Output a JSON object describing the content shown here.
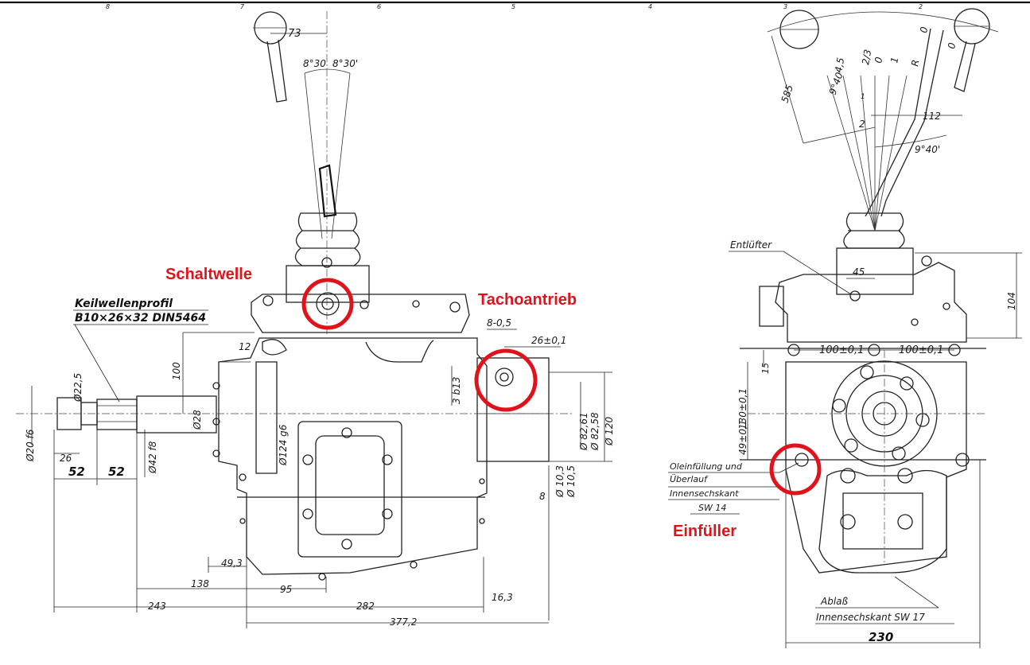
{
  "highlight_color": "#e0131b",
  "callouts": {
    "schaltwelle": "Schaltwelle",
    "tachoantrieb": "Tachoantrieb",
    "einfueller": "Einfüller"
  },
  "front_view": {
    "lever_offset": "73",
    "lever_angle_left": "8°30",
    "lever_angle_right": "8°30'",
    "spline_title": "Keilwellenprofil",
    "spline_spec": "B10×26×32 DIN5464",
    "dim_12": "12",
    "dim_100": "100",
    "dim_225": "Ø22,5",
    "dim_28": "Ø28",
    "dim_20": "Ø20 f6",
    "dim_26": "26",
    "dim_52a": "52",
    "dim_52b": "52",
    "dim_42": "Ø42 f8",
    "dim_124": "Ø124 g6",
    "dim_865": "8-0,5",
    "dim_26t": "26±0,1",
    "dim_3b13": "3 b13",
    "dim_8261": "Ø 82,61",
    "dim_8258": "Ø 82,58",
    "dim_120": "Ø 120",
    "dim_103": "Ø 10,3",
    "dim_105": "Ø 10,5",
    "dim_8": "8",
    "dim_493": "49,3",
    "dim_138": "138",
    "dim_95": "95",
    "dim_243": "243",
    "dim_282": "282",
    "dim_163": "16,3",
    "dim_3772": "377,2"
  },
  "side_view": {
    "dim_585": "585",
    "angle_940a": "9°40'",
    "gear_45": "4,5",
    "gear_23": "2/3",
    "gear_0": "0",
    "gear_1": "1",
    "gear_R": "R",
    "lever_0": "0",
    "lever_0b": "0",
    "dim_112": "112",
    "angle_940b": "9°40'",
    "mark_1": "1",
    "mark_2": "2",
    "entluefter": "Entlüfter",
    "dim_45": "45",
    "dim_104": "104",
    "dim_100a": "100±0,1",
    "dim_100b": "100±0,1",
    "dim_15": "15",
    "dim_130": "130±0,1",
    "dim_49": "49±0,1",
    "oil_1": "Oleinfüllung und",
    "oil_2": "Überlauf",
    "oil_3": "Innensechskant",
    "oil_4": "SW 14",
    "drain_1": "Ablaß",
    "drain_2": "Innensechskant SW 17",
    "dim_230": "230"
  },
  "sheet_marks": [
    "8",
    "7",
    "6",
    "5",
    "4",
    "3",
    "2"
  ]
}
